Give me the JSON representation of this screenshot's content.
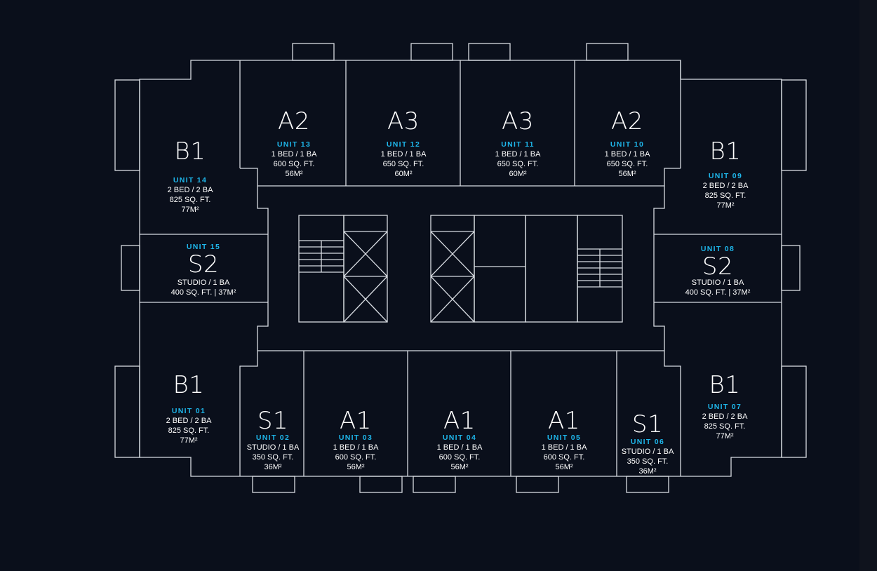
{
  "colors": {
    "background": "#0a0f1b",
    "line": "#d8dce2",
    "accent": "#1eb6ea",
    "text": "#ffffff"
  },
  "icons": [
    "stairs-icon",
    "elevator-shaft-icon"
  ],
  "units": {
    "u14": {
      "type": "B1",
      "unit": "UNIT 14",
      "beds": "2 BED / 2 BA",
      "sqft": "825 SQ. FT.",
      "m2": "77M²"
    },
    "u13": {
      "type": "A2",
      "unit": "UNIT 13",
      "beds": "1 BED / 1 BA",
      "sqft": "600 SQ. FT.",
      "m2": "56M²"
    },
    "u12": {
      "type": "A3",
      "unit": "UNIT 12",
      "beds": "1 BED / 1 BA",
      "sqft": "650 SQ. FT.",
      "m2": "60M²"
    },
    "u11": {
      "type": "A3",
      "unit": "UNIT 11",
      "beds": "1 BED / 1 BA",
      "sqft": "650 SQ. FT.",
      "m2": "60M²"
    },
    "u10": {
      "type": "A2",
      "unit": "UNIT 10",
      "beds": "1 BED / 1 BA",
      "sqft": "650 SQ. FT.",
      "m2": "56M²"
    },
    "u09": {
      "type": "B1",
      "unit": "UNIT 09",
      "beds": "2 BED / 2 BA",
      "sqft": "825 SQ. FT.",
      "m2": "77M²"
    },
    "u15": {
      "type": "S2",
      "unit": "UNIT 15",
      "beds": "STUDIO / 1 BA",
      "sqft": "400 SQ. FT.  |  37M²"
    },
    "u08": {
      "type": "S2",
      "unit": "UNIT 08",
      "beds": "STUDIO / 1 BA",
      "sqft": "400 SQ. FT. | 37M²"
    },
    "u01": {
      "type": "B1",
      "unit": "UNIT 01",
      "beds": "2 BED / 2 BA",
      "sqft": "825 SQ. FT.",
      "m2": "77M²"
    },
    "u02": {
      "type": "S1",
      "unit": "UNIT 02",
      "beds": "STUDIO / 1 BA",
      "sqft": "350 SQ. FT.",
      "m2": "36M²"
    },
    "u03": {
      "type": "A1",
      "unit": "UNIT 03",
      "beds": "1 BED / 1 BA",
      "sqft": "600 SQ. FT.",
      "m2": "56M²"
    },
    "u04": {
      "type": "A1",
      "unit": "UNIT 04",
      "beds": "1 BED / 1 BA",
      "sqft": "600 SQ. FT.",
      "m2": "56M²"
    },
    "u05": {
      "type": "A1",
      "unit": "UNIT 05",
      "beds": "1 BED / 1 BA",
      "sqft": "600 SQ. FT.",
      "m2": "56M²"
    },
    "u06": {
      "type": "S1",
      "unit": "UNIT 06",
      "beds": "STUDIO / 1 BA",
      "sqft": "350 SQ. FT.",
      "m2": "36M²"
    },
    "u07": {
      "type": "B1",
      "unit": "UNIT 07",
      "beds": "2 BED / 2 BA",
      "sqft": "825 SQ. FT.",
      "m2": "77M²"
    }
  }
}
